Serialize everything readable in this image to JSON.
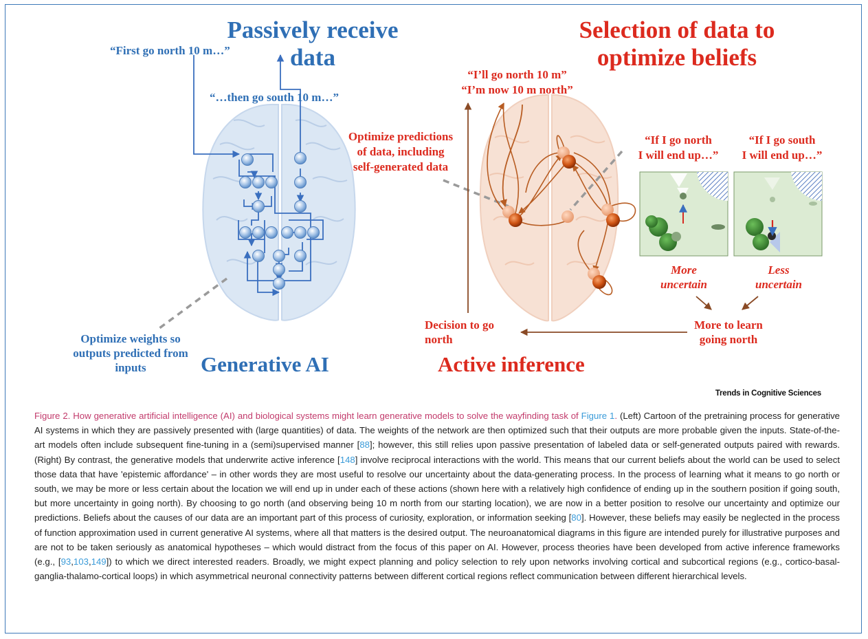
{
  "figure": {
    "left_panel": {
      "title": "Passively receive data",
      "title_line1": "Passively receive",
      "title_line2": "data",
      "quote_first": "“First go north 10 m…”",
      "quote_then": "“…then go south 10 m…”",
      "weights_note": [
        "Optimize weights so",
        "outputs predicted from",
        "inputs"
      ],
      "label": "Generative AI"
    },
    "right_panel": {
      "title_line1": "Selection of data to",
      "title_line2": "optimize beliefs",
      "quote_go_north": "“I’ll go north 10 m”",
      "quote_now_north": "“I’m now 10 m north”",
      "optimize_note": [
        "Optimize predictions",
        "of data, including",
        "self-generated data"
      ],
      "if_north": [
        "“If I go north",
        "I will end up…”"
      ],
      "if_south": [
        "“If I go south",
        "I will end up…”"
      ],
      "more_uncertain": [
        "More",
        "uncertain"
      ],
      "less_uncertain": [
        "Less",
        "uncertain"
      ],
      "more_to_learn": [
        "More to learn",
        "going north"
      ],
      "decision": [
        "Decision to go",
        "north"
      ],
      "label": "Active inference"
    },
    "colors": {
      "frame": "#3d79b8",
      "blue": "#2f6fb5",
      "red": "#dc2a1e",
      "brown": "#8a4a25",
      "caption_title": "#c23a6b",
      "ref": "#3a9bd9"
    }
  },
  "source": "Trends in Cognitive Sciences",
  "caption": {
    "title": "Figure 2. How generative artificial intelligence (AI) and biological systems might learn generative models to solve the wayfinding task of ",
    "title_ref": "Figure 1",
    "title_end": ". ",
    "s1": "(Left) Cartoon of the pretraining process for generative AI systems in which they are passively presented with (large quantities) of data. The weights of the network are then optimized such that their outputs are more probable given the inputs. State-of-the-art models often include subsequent fine-tuning in a (semi)supervised manner [",
    "r88": "88",
    "s2": "]; however, this still relies upon passive presentation of labeled data or self-generated outputs paired with rewards. (Right) By contrast, the generative models that underwrite active inference [",
    "r148": "148",
    "s3": "] involve reciprocal interactions with the world. This means that our current beliefs about the world can be used to select those data that have 'epistemic affordance' – in other words they are most useful to resolve our uncertainty about the data-generating process. In the process of learning what it means to go north or south, we may be more or less certain about the location we will end up in under each of these actions (shown here with a relatively high confidence of ending up in the southern position if going south, but more uncertainty in going north). By choosing to go north (and observing being 10 m north from our starting location), we are now in a better position to resolve our uncertainty and optimize our predictions. Beliefs about the causes of our data are an important part of this process of curiosity, exploration, or information seeking [",
    "r80": "80",
    "s4": "]. However, these beliefs may easily be neglected in the process of function approximation used in current generative AI systems, where all that matters is the desired output. The neuroanatomical diagrams in this figure are intended purely for illustrative purposes and are not to be taken seriously as anatomical hypotheses – which would distract from the focus of this paper on AI. However, process theories have been developed from active inference frameworks (e.g., [",
    "r93": "93",
    "r103": "103",
    "r149": "149",
    "s5": "]) to which we direct interested readers. Broadly, we might expect planning and policy selection to rely upon networks involving cortical and subcortical regions (e.g., cortico-basal-ganglia-thalamo-cortical loops) in which asymmetrical neuronal connectivity patterns between different cortical regions reflect communication between different hierarchical levels."
  }
}
